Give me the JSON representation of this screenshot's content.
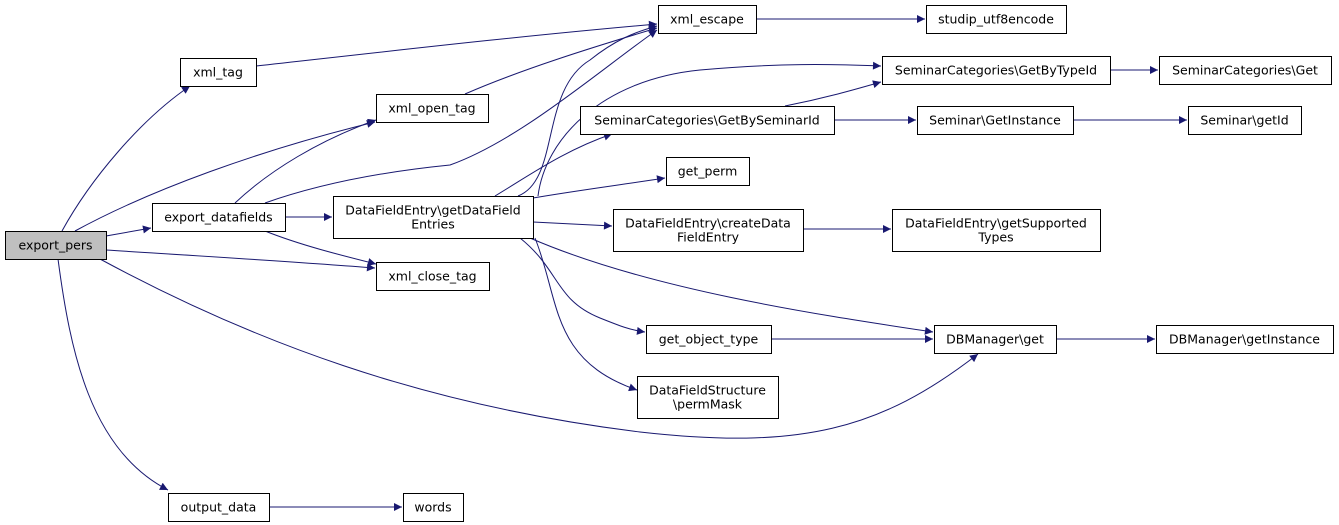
{
  "colors": {
    "edge": "#191970",
    "root_fill": "#bfbfbf",
    "node_fill": "#ffffff",
    "border": "#000000"
  },
  "nodes": {
    "export_pers": [
      "export_pers"
    ],
    "xml_tag": [
      "xml_tag"
    ],
    "export_datafields": [
      "export_datafields"
    ],
    "xml_escape": [
      "xml_escape"
    ],
    "studip_utf8encode": [
      "studip_utf8encode"
    ],
    "xml_open_tag": [
      "xml_open_tag"
    ],
    "sem_gettypeid": [
      "SeminarCategories\\GetByTypeId"
    ],
    "sem_get": [
      "SeminarCategories\\Get"
    ],
    "sem_getbysemid": [
      "SeminarCategories\\GetBySeminarId"
    ],
    "seminar_getinstance": [
      "Seminar\\GetInstance"
    ],
    "seminar_getid": [
      "Seminar\\getId"
    ],
    "dfe_getentries": [
      "DataFieldEntry\\getDataField",
      "Entries"
    ],
    "get_perm": [
      "get_perm"
    ],
    "dfe_create": [
      "DataFieldEntry\\createData",
      "FieldEntry"
    ],
    "dfe_supported": [
      "DataFieldEntry\\getSupported",
      "Types"
    ],
    "xml_close_tag": [
      "xml_close_tag"
    ],
    "get_object_type": [
      "get_object_type"
    ],
    "dbm_get": [
      "DBManager\\get"
    ],
    "dbm_getinstance": [
      "DBManager\\getInstance"
    ],
    "dfs_permmask": [
      "DataFieldStructure",
      "\\permMask"
    ],
    "output_data": [
      "output_data"
    ],
    "words": [
      "words"
    ]
  },
  "edges": [
    [
      "export_pers",
      "xml_tag"
    ],
    [
      "export_pers",
      "xml_open_tag"
    ],
    [
      "export_pers",
      "export_datafields"
    ],
    [
      "export_pers",
      "xml_close_tag"
    ],
    [
      "export_pers",
      "dbm_get"
    ],
    [
      "export_pers",
      "output_data"
    ],
    [
      "xml_tag",
      "xml_escape"
    ],
    [
      "xml_escape",
      "studip_utf8encode"
    ],
    [
      "xml_open_tag",
      "xml_escape"
    ],
    [
      "export_datafields",
      "xml_open_tag"
    ],
    [
      "export_datafields",
      "xml_escape"
    ],
    [
      "export_datafields",
      "dfe_getentries"
    ],
    [
      "export_datafields",
      "xml_close_tag"
    ],
    [
      "dfe_getentries",
      "xml_escape"
    ],
    [
      "dfe_getentries",
      "sem_gettypeid"
    ],
    [
      "dfe_getentries",
      "sem_getbysemid"
    ],
    [
      "dfe_getentries",
      "get_perm"
    ],
    [
      "dfe_getentries",
      "dfe_create"
    ],
    [
      "dfe_getentries",
      "dbm_get"
    ],
    [
      "dfe_getentries",
      "get_object_type"
    ],
    [
      "dfe_getentries",
      "dfs_permmask"
    ],
    [
      "sem_gettypeid",
      "sem_get"
    ],
    [
      "sem_getbysemid",
      "sem_gettypeid"
    ],
    [
      "sem_getbysemid",
      "seminar_getinstance"
    ],
    [
      "seminar_getinstance",
      "seminar_getid"
    ],
    [
      "dfe_create",
      "dfe_supported"
    ],
    [
      "get_object_type",
      "dbm_get"
    ],
    [
      "dbm_get",
      "dbm_getinstance"
    ],
    [
      "output_data",
      "words"
    ]
  ]
}
